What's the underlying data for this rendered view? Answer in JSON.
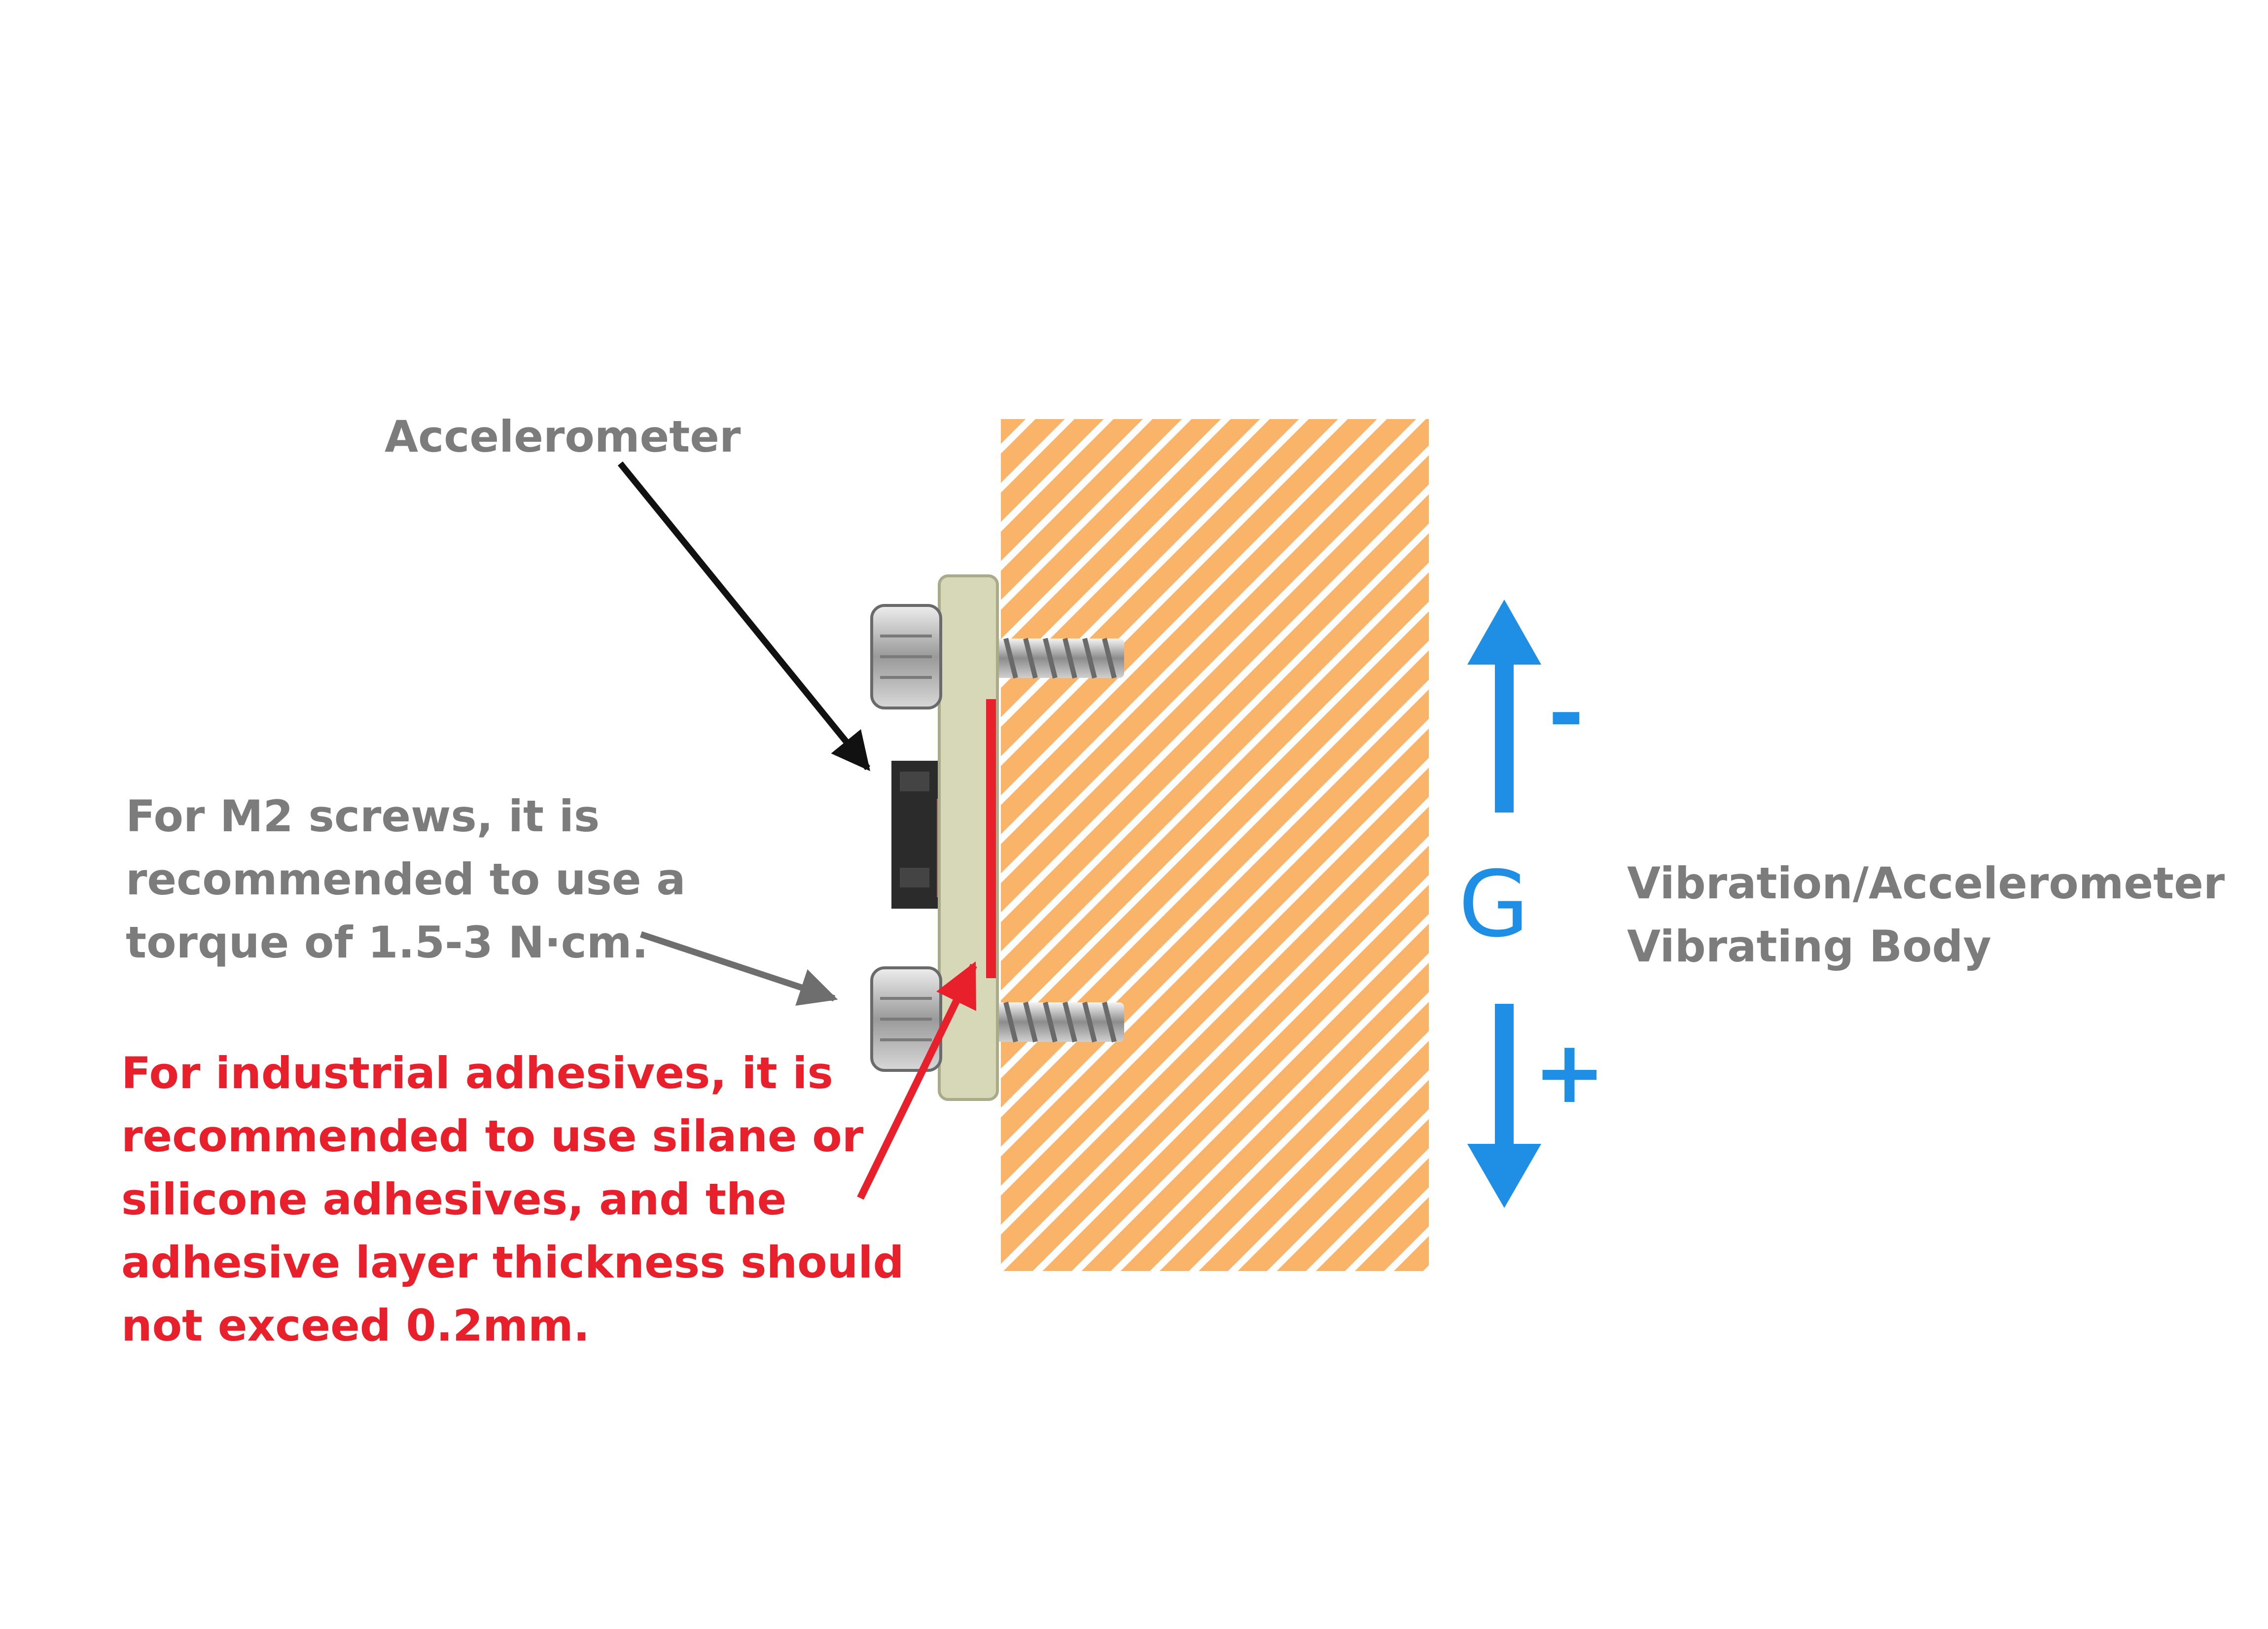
{
  "labels": {
    "accelerometer": "Accelerometer",
    "screw_note": [
      "For M2 screws, it is",
      "recommended to use a",
      "torque of 1.5-3 N·cm."
    ],
    "adhesive_note": [
      "For industrial adhesives, it is",
      "recommended to use silane or",
      "silicone adhesives, and the",
      "adhesive layer thickness should",
      "not exceed 0.2mm."
    ],
    "body_label": [
      "Vibration/Accelerometer",
      "Vibrating Body"
    ],
    "g_symbol": "G",
    "minus_sign": "-",
    "plus_sign": "+"
  },
  "colors": {
    "body_fill": "#f9b46a",
    "body_stripe": "#ffffff",
    "pcb": "#d6d8b8",
    "adhesive_layer": "#e8202c",
    "direction_arrow": "#1f8fe6",
    "label_gray": "#7c7c7c",
    "label_red": "#e8202c",
    "pointer_black": "#111111",
    "pointer_gray": "#6e6e6e",
    "screw_metal": "#a8a8a8"
  }
}
